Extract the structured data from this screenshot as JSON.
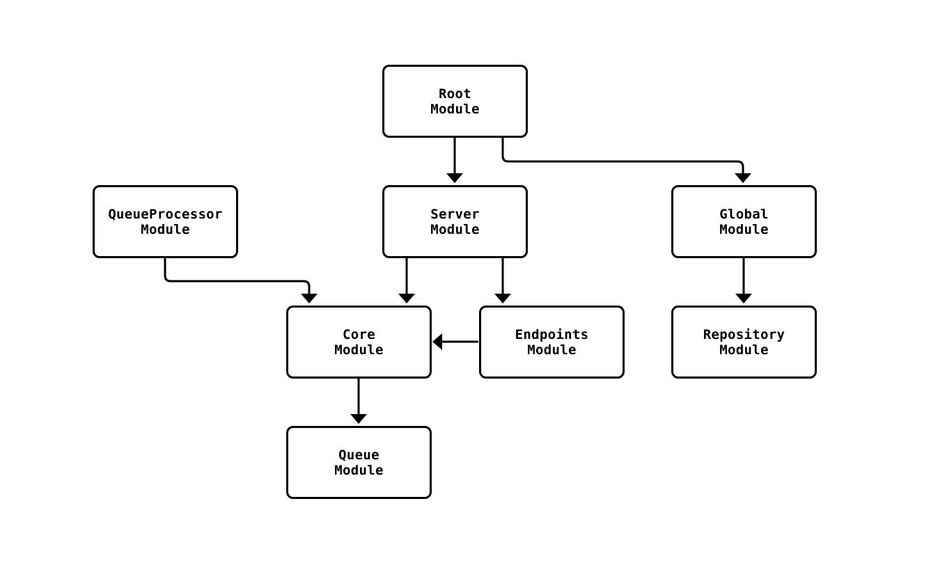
{
  "diagram": {
    "type": "flowchart",
    "direction": "top-down",
    "colors": {
      "background": "#ffffff",
      "node_fill": "#ffffff",
      "stroke": "#000000",
      "text": "#000000"
    },
    "nodes": [
      {
        "id": "root",
        "line1": "Root",
        "line2": "Module"
      },
      {
        "id": "queueprocessor",
        "line1": "QueueProcessor",
        "line2": "Module"
      },
      {
        "id": "server",
        "line1": "Server",
        "line2": "Module"
      },
      {
        "id": "global",
        "line1": "Global",
        "line2": "Module"
      },
      {
        "id": "core",
        "line1": "Core",
        "line2": "Module"
      },
      {
        "id": "endpoints",
        "line1": "Endpoints",
        "line2": "Module"
      },
      {
        "id": "repository",
        "line1": "Repository",
        "line2": "Module"
      },
      {
        "id": "queue",
        "line1": "Queue",
        "line2": "Module"
      }
    ],
    "edges": [
      {
        "from": "root",
        "to": "server"
      },
      {
        "from": "root",
        "to": "global"
      },
      {
        "from": "queueprocessor",
        "to": "core"
      },
      {
        "from": "server",
        "to": "core"
      },
      {
        "from": "server",
        "to": "endpoints"
      },
      {
        "from": "endpoints",
        "to": "core"
      },
      {
        "from": "global",
        "to": "repository"
      },
      {
        "from": "core",
        "to": "queue"
      }
    ]
  }
}
